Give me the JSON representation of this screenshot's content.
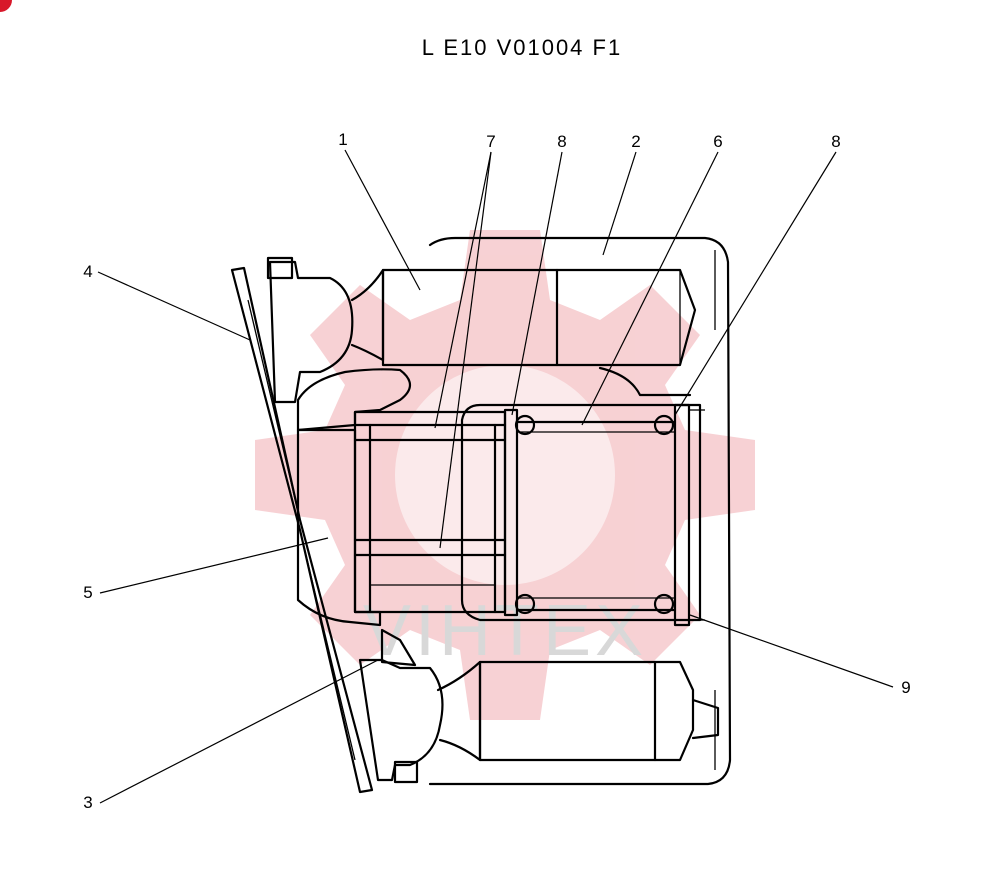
{
  "drawing_code": "L E10 V01004 F1",
  "watermark_text": "VIHTEX",
  "colors": {
    "watermark_gear": "#f6c9cc",
    "watermark_text": "#d8d8d8",
    "corner_badge": "#d8182a",
    "line": "#000000"
  },
  "callouts": [
    {
      "id": "c1",
      "label": "1"
    },
    {
      "id": "c7",
      "label": "7"
    },
    {
      "id": "c8a",
      "label": "8"
    },
    {
      "id": "c2",
      "label": "2"
    },
    {
      "id": "c6",
      "label": "6"
    },
    {
      "id": "c8b",
      "label": "8"
    },
    {
      "id": "c4",
      "label": "4"
    },
    {
      "id": "c5",
      "label": "5"
    },
    {
      "id": "c9",
      "label": "9"
    },
    {
      "id": "c3",
      "label": "3"
    }
  ]
}
